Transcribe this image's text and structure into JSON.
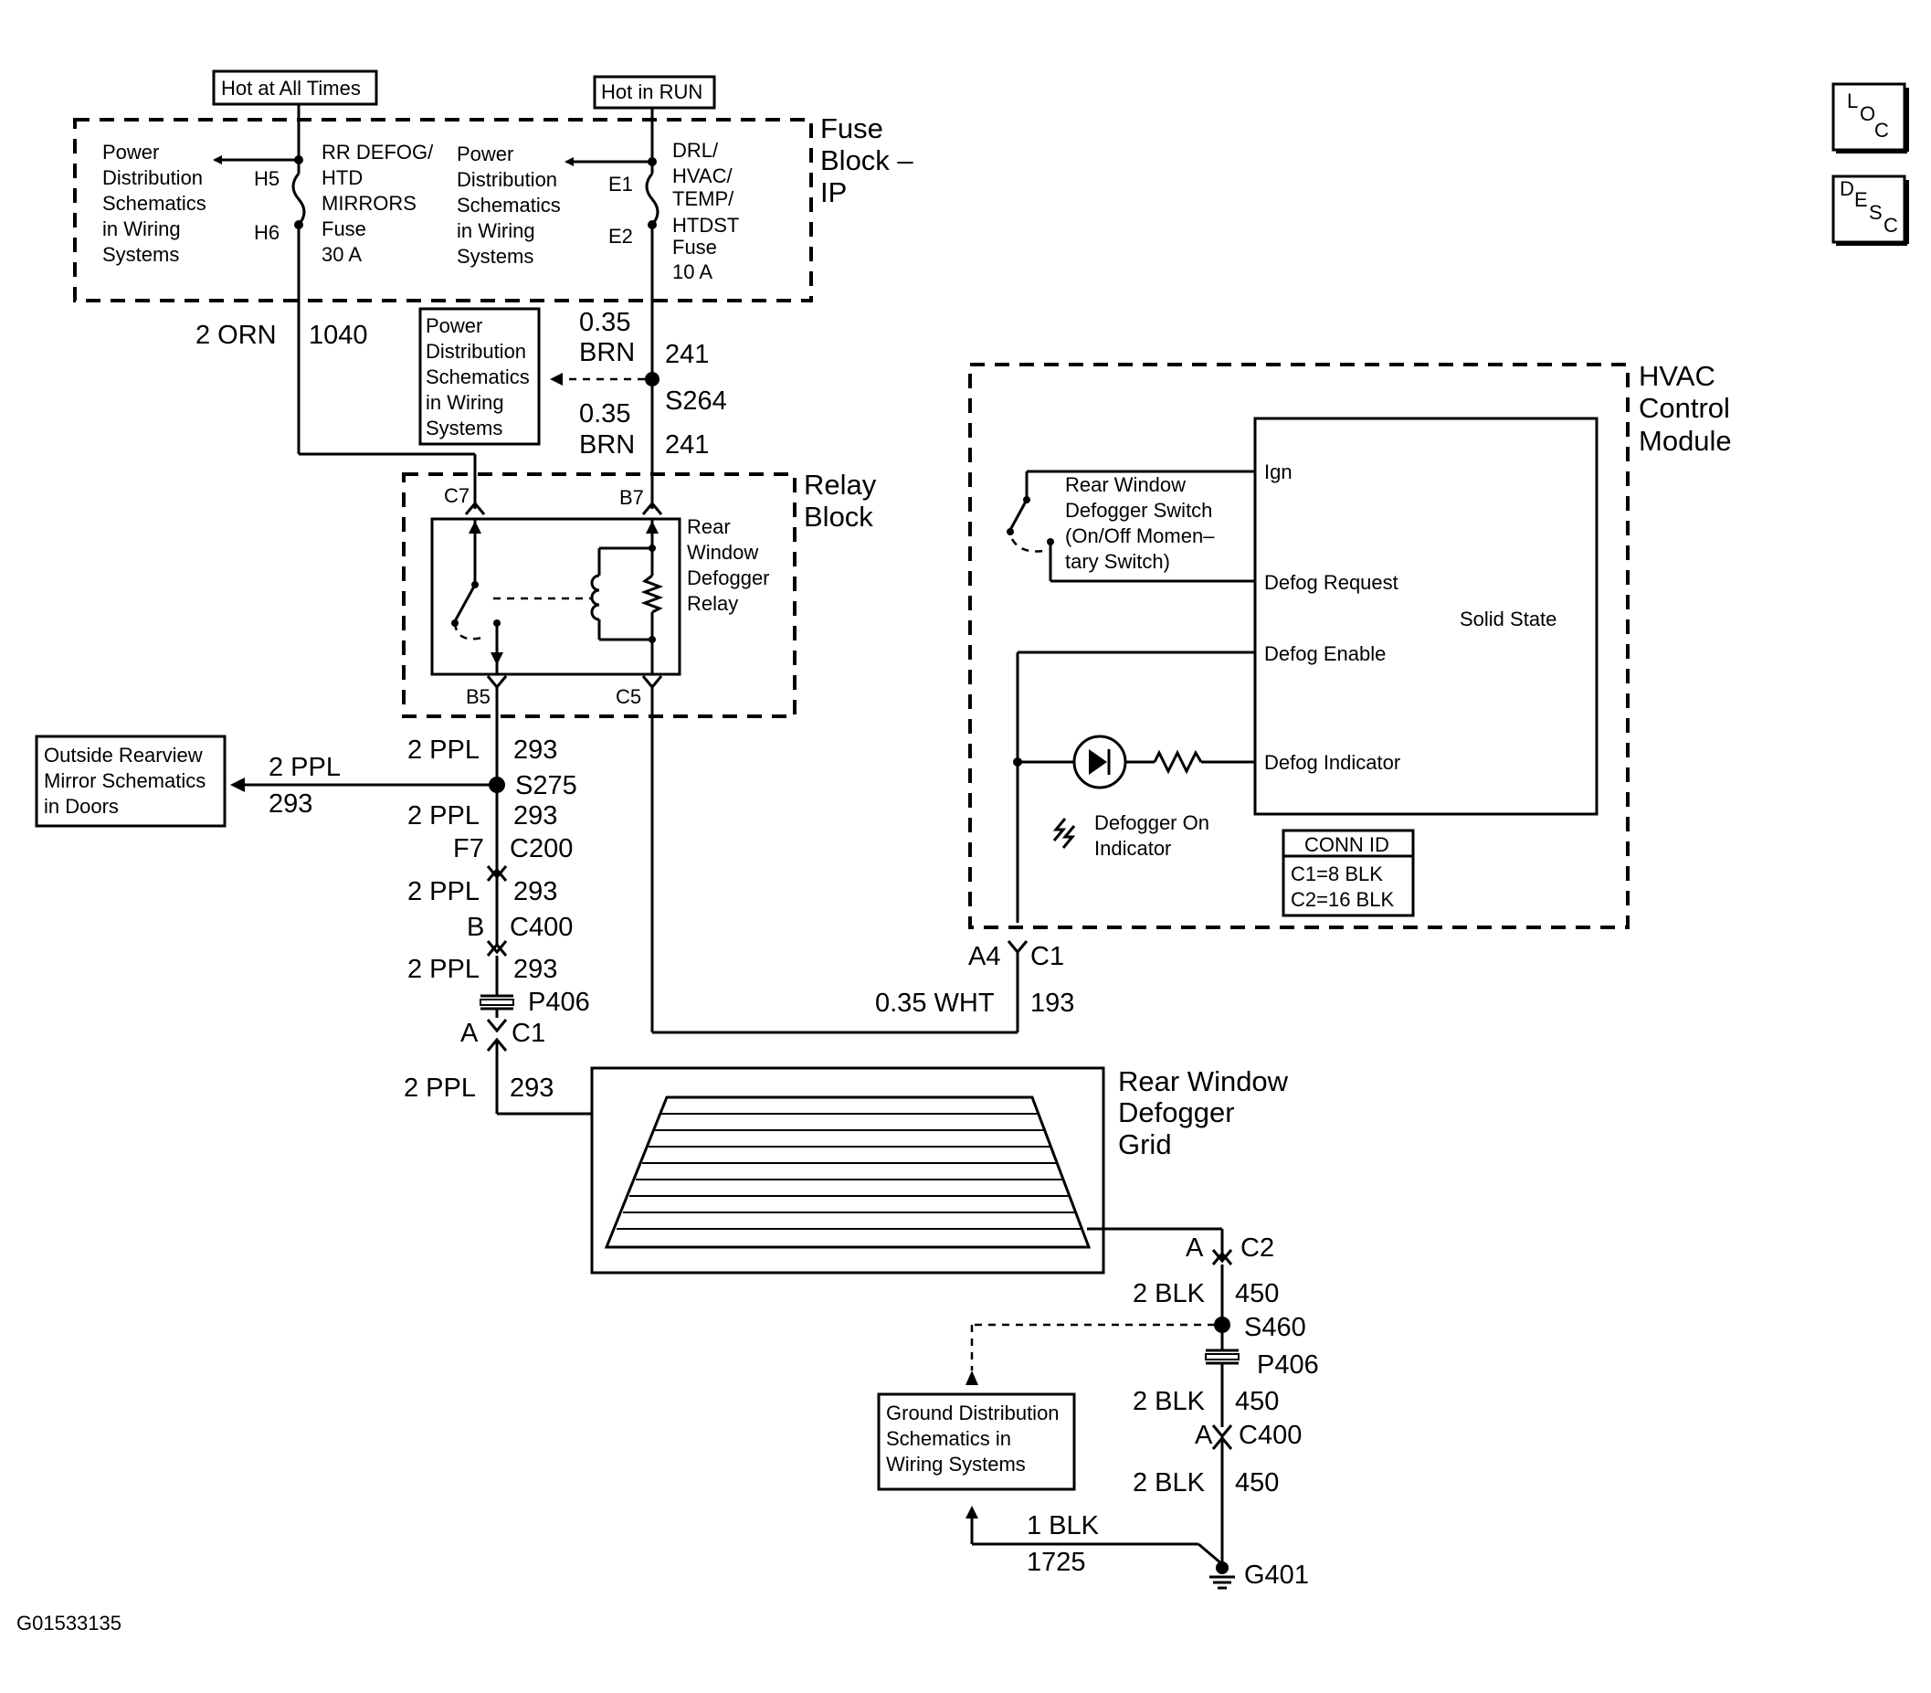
{
  "power_sources": {
    "hot_at_all_times": "Hot at All Times",
    "hot_in_run": "Hot in RUN"
  },
  "fuse_block": {
    "title_line1": "Fuse",
    "title_line2": "Block –",
    "title_line3": "IP",
    "left_ref": [
      "Power",
      "Distribution",
      "Schematics",
      "in Wiring",
      "Systems"
    ],
    "rr_defog_fuse": [
      "RR DEFOG/",
      "HTD",
      "MIRRORS",
      "Fuse",
      "30 A"
    ],
    "mid_ref": [
      "Power",
      "Distribution",
      "Schematics",
      "in Wiring",
      "Systems"
    ],
    "drl_fuse": [
      "DRL/",
      "HVAC/",
      "TEMP/",
      "HTDST",
      "Fuse",
      "10 A"
    ],
    "pins": {
      "h5": "H5",
      "h6": "H6",
      "e1": "E1",
      "e2": "E2"
    }
  },
  "wires": {
    "orn_size_color": "2 ORN",
    "orn_circuit": "1040",
    "brn_size_1": "0.35",
    "brn_color_1": "BRN",
    "brn_circuit_1": "241",
    "splice_s264": "S264",
    "brn_size_2": "0.35",
    "brn_color_2": "BRN",
    "brn_circuit_2": "241",
    "ppl_1": "2 PPL",
    "ppl_1_circuit": "293",
    "splice_s275": "S275",
    "branch_ppl": "2 PPL",
    "branch_ppl_circuit": "293",
    "ppl_2": "2 PPL",
    "ppl_2_circuit": "293",
    "c200_pin": "F7",
    "c200": "C200",
    "ppl_3": "2 PPL",
    "ppl_3_circuit": "293",
    "c400_pin": "B",
    "c400": "C400",
    "ppl_4": "2 PPL",
    "ppl_4_circuit": "293",
    "p406": "P406",
    "c1_pin": "A",
    "c1": "C1",
    "ppl_5": "2 PPL",
    "ppl_5_circuit": "293",
    "wht": "0.35 WHT",
    "wht_circuit": "193",
    "hvac_pin": "A4",
    "hvac_conn": "C1"
  },
  "power_ref_box": [
    "Power",
    "Distribution",
    "Schematics",
    "in Wiring",
    "Systems"
  ],
  "mirror_ref_box": [
    "Outside Rearview",
    "Mirror Schematics",
    "in Doors"
  ],
  "relay_block": {
    "title_line1": "Relay",
    "title_line2": "Block",
    "pin_c7": "C7",
    "pin_b7": "B7",
    "pin_b5": "B5",
    "pin_c5": "C5",
    "relay_label": [
      "Rear",
      "Window",
      "Defogger",
      "Relay"
    ]
  },
  "hvac": {
    "title": [
      "HVAC",
      "Control",
      "Module"
    ],
    "switch_label": [
      "Rear Window",
      "Defogger Switch",
      "(On/Off Momen–",
      "tary Switch)"
    ],
    "ign": "Ign",
    "defog_request": "Defog Request",
    "solid_state": "Solid State",
    "defog_enable": "Defog Enable",
    "defog_indicator": "Defog Indicator",
    "indicator_label": [
      "Defogger On",
      "Indicator"
    ],
    "conn_id_title": "CONN ID",
    "conn_c1": "C1=8 BLK",
    "conn_c2": "C2=16 BLK"
  },
  "grid": {
    "title": [
      "Rear Window",
      "Defogger",
      "Grid"
    ]
  },
  "ground": {
    "c2_pin": "A",
    "c2": "C2",
    "blk_1": "2 BLK",
    "blk_1_circuit": "450",
    "splice_s460": "S460",
    "p406": "P406",
    "blk_2": "2 BLK",
    "blk_2_circuit": "450",
    "c400_pin": "A",
    "c400": "C400",
    "blk_3": "2 BLK",
    "blk_3_circuit": "450",
    "ref_box": [
      "Ground Distribution",
      "Schematics in",
      "Wiring Systems"
    ],
    "blk_4": "1 BLK",
    "blk_4_circuit": "1725",
    "g401": "G401"
  },
  "icons": {
    "loc": [
      "L",
      "O",
      "C"
    ],
    "desc": [
      "D",
      "E",
      "S",
      "C"
    ]
  },
  "figure_id": "G01533135"
}
